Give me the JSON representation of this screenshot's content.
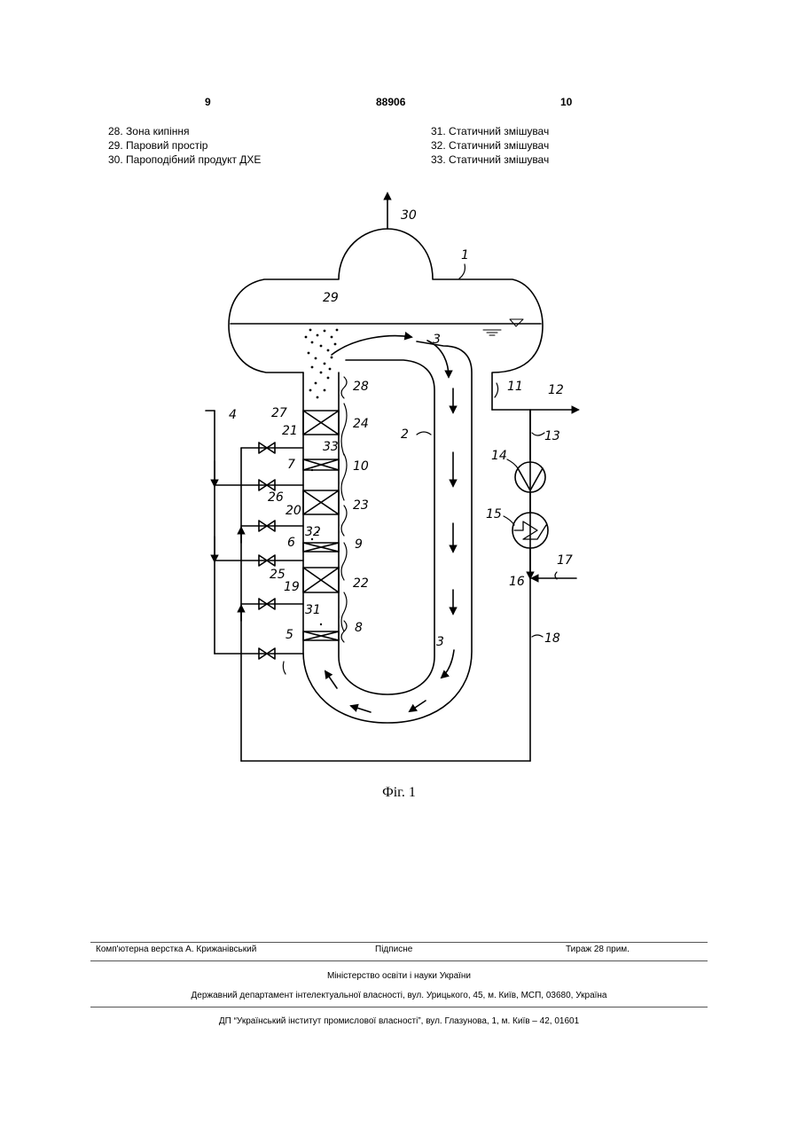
{
  "header": {
    "page_left": "9",
    "patent_number": "88906",
    "page_right": "10"
  },
  "legend": {
    "left": [
      "28. Зона кипіння",
      "29. Паровий простір",
      "30. Пароподібний продукт ДХЕ"
    ],
    "right": [
      "31. Статичний змішувач",
      "32. Статичний змішувач",
      "33. Статичний змішувач"
    ]
  },
  "figure": {
    "caption": "Фіг. 1",
    "labels": {
      "l1": "1",
      "l2": "2",
      "l3a": "3",
      "l3b": "3",
      "l4": "4",
      "l5": "5",
      "l6": "6",
      "l7": "7",
      "l8": "8",
      "l9": "9",
      "l10": "10",
      "l11": "11",
      "l12": "12",
      "l13": "13",
      "l14": "14",
      "l15": "15",
      "l16": "16",
      "l17": "17",
      "l18": "18",
      "l19": "19",
      "l20": "20",
      "l21": "21",
      "l22": "22",
      "l23": "23",
      "l24": "24",
      "l25": "25",
      "l26": "26",
      "l27": "27",
      "l28": "28",
      "l29": "29",
      "l30": "30",
      "l31": "31",
      "l32": "32",
      "l33": "33"
    }
  },
  "footer": {
    "layout": "Комп'ютерна верстка А. Крижанівський",
    "signed": "Підписне",
    "circulation": "Тираж 28 прим.",
    "ministry": "Міністерство освіти і науки України",
    "department": "Державний департамент інтелектуальної власності, вул. Урицького, 45, м. Київ, МСП, 03680, Україна",
    "institute": "ДП “Український інститут промислової власності”, вул. Глазунова, 1, м. Київ – 42, 01601"
  }
}
